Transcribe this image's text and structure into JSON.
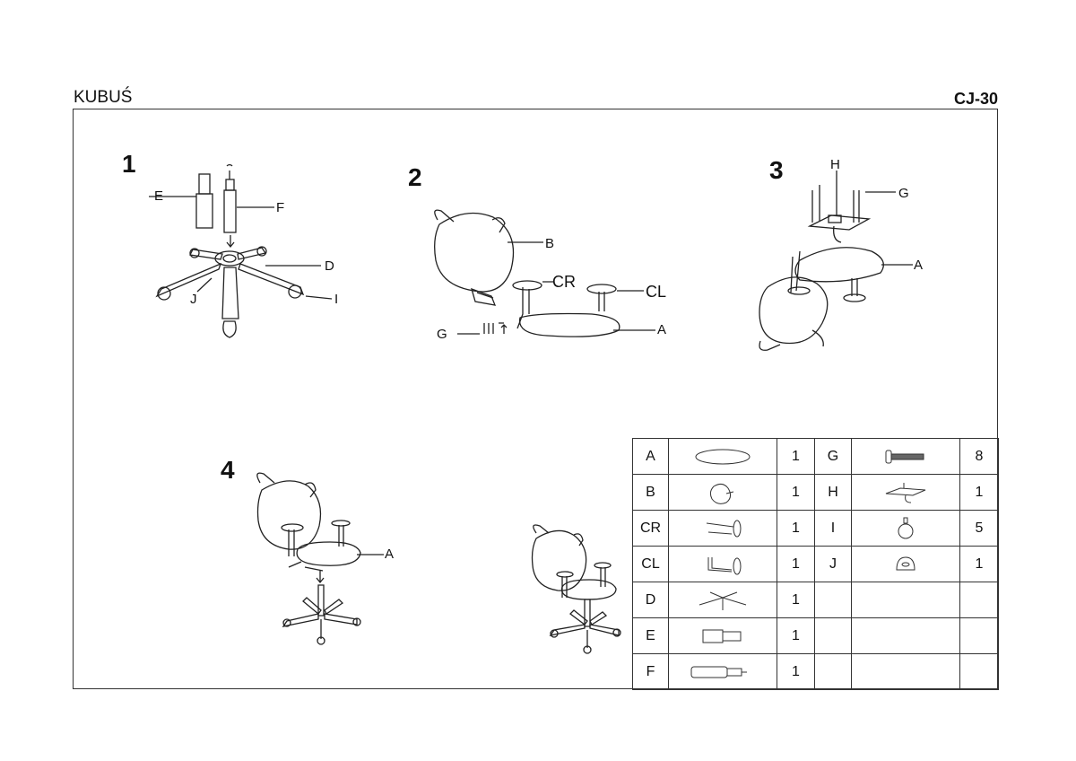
{
  "header": {
    "product_name": "KUBUŚ",
    "model_code": "CJ-30"
  },
  "steps": [
    {
      "number": "1",
      "labels": [
        "E",
        "F",
        "D",
        "J",
        "I"
      ]
    },
    {
      "number": "2",
      "labels": [
        "B",
        "CR",
        "CL",
        "G",
        "A"
      ]
    },
    {
      "number": "3",
      "labels": [
        "H",
        "G",
        "A"
      ]
    },
    {
      "number": "4",
      "labels": [
        "A"
      ]
    }
  ],
  "parts": [
    {
      "code": "A",
      "qty": "1",
      "icon": "seat-icon"
    },
    {
      "code": "B",
      "qty": "1",
      "icon": "backrest-icon"
    },
    {
      "code": "CR",
      "qty": "1",
      "icon": "armrest-right-icon"
    },
    {
      "code": "CL",
      "qty": "1",
      "icon": "armrest-left-icon"
    },
    {
      "code": "D",
      "qty": "1",
      "icon": "base-icon"
    },
    {
      "code": "E",
      "qty": "1",
      "icon": "gas-lift-cover-icon"
    },
    {
      "code": "F",
      "qty": "1",
      "icon": "gas-lift-icon"
    },
    {
      "code": "G",
      "qty": "8",
      "icon": "screw-icon"
    },
    {
      "code": "H",
      "qty": "1",
      "icon": "mechanism-icon"
    },
    {
      "code": "I",
      "qty": "5",
      "icon": "caster-icon"
    },
    {
      "code": "J",
      "qty": "1",
      "icon": "base-cap-icon"
    }
  ]
}
